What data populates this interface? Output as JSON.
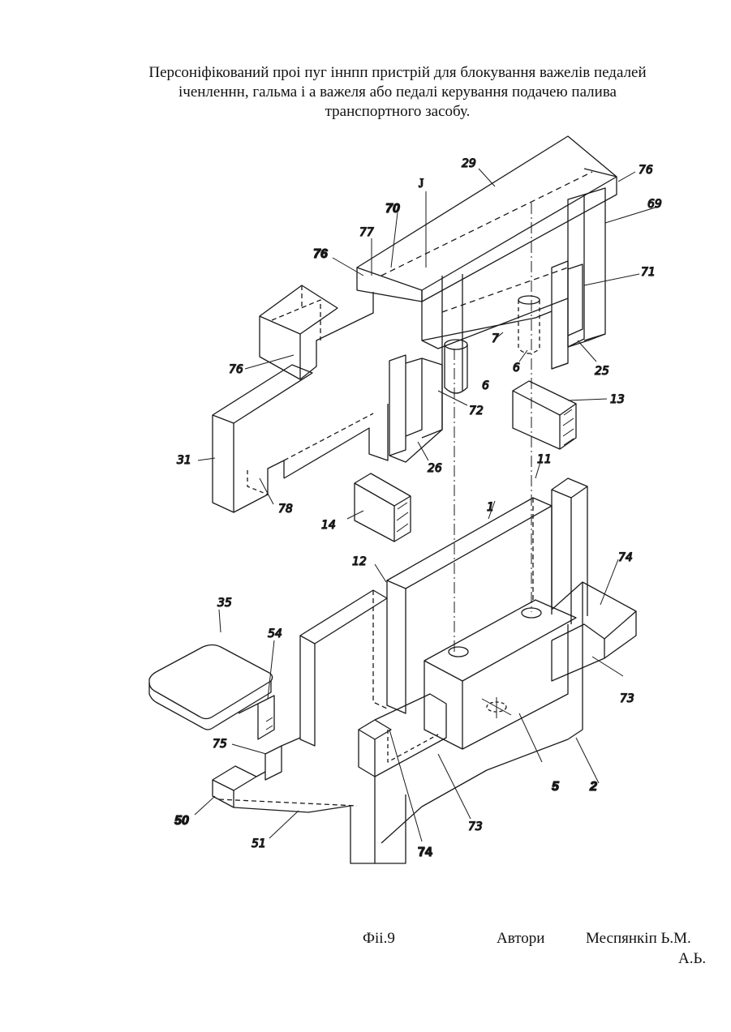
{
  "title": {
    "line1": "Персоніфікований проі пуг іннпп пристрій для блокування важелів педалей",
    "line2": "іченленнн, гальма і а важеля або педалі керування подачею палива",
    "line3": "транспортного засобу."
  },
  "labels": {
    "l29": "29",
    "l76a": "76",
    "l69": "69",
    "lJ": "J",
    "l70": "70",
    "l77": "77",
    "l76b": "76",
    "l71": "71",
    "l76c": "76",
    "l7": "7",
    "l6a": "6",
    "l6b": "6",
    "l25": "25",
    "l13": "13",
    "l72": "72",
    "l31": "31",
    "l26": "26",
    "l11": "11",
    "l78": "78",
    "l14": "14",
    "l1": "1",
    "l12": "12",
    "l74a": "74",
    "l35": "35",
    "l54": "54",
    "l73a": "73",
    "l75": "75",
    "l5": "5",
    "l2": "2",
    "l50": "50",
    "l73b": "73",
    "l51": "51",
    "l74b": "74"
  },
  "footer": {
    "figure": "Фіі.9",
    "authors_label": "Автори",
    "author1": "Меспянкіп Ь.М.",
    "author2": "А.Ь."
  }
}
